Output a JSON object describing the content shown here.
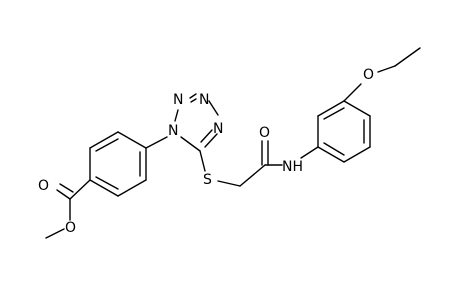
{
  "atoms": {
    "n1": "N",
    "n2": "N",
    "n3": "N",
    "n4": "N",
    "s": "S",
    "o_amide": "O",
    "nh": "NH",
    "o_ether": "O",
    "o_carbonyl": "O",
    "o_ester": "O"
  },
  "colors": {
    "bond": "#000000",
    "text": "#000000",
    "background": "#ffffff"
  }
}
